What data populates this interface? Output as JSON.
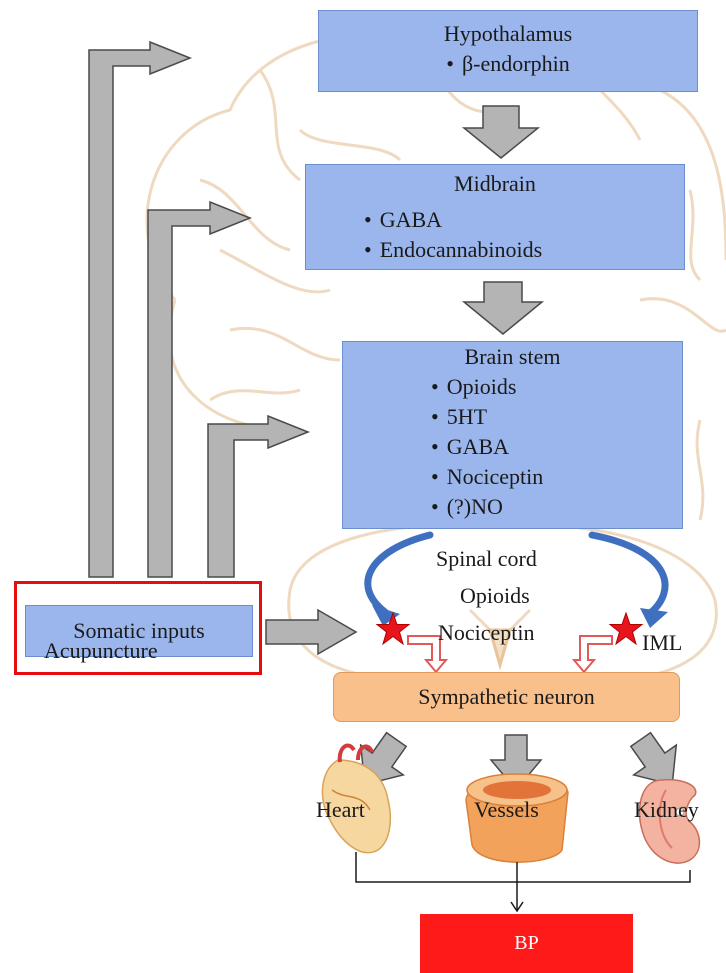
{
  "hypothalamus": {
    "title": "Hypothalamus",
    "items": [
      "β-endorphin"
    ]
  },
  "midbrain": {
    "title": "Midbrain",
    "items": [
      "GABA",
      "Endocannabinoids"
    ]
  },
  "brain_stem": {
    "title": "Brain stem",
    "items": [
      "Opioids",
      "5HT",
      "GABA",
      "Nociceptin",
      "(?)NO"
    ]
  },
  "spinal_cord": {
    "title": "Spinal cord",
    "items": [
      "Opioids",
      "Nociceptin"
    ],
    "iml_label": "IML"
  },
  "somatic_inputs": {
    "label": "Somatic inputs",
    "sublabel": "Acupuncture"
  },
  "sympathetic_neuron": {
    "label": "Sympathetic neuron"
  },
  "targets": {
    "heart": "Heart",
    "vessels": "Vessels",
    "kidney": "Kidney"
  },
  "bp": {
    "label": "BP"
  },
  "colors": {
    "box_blue": "#9ab6ec",
    "sympathetic_orange": "#f9c08b",
    "bp_red": "#ff1a1a",
    "highlight_red": "#e50d0d",
    "gray_arrow": "#b4b4b4",
    "curve_blue": "#3f6fbf",
    "star_red": "#e8141b"
  },
  "icons": [
    "brain-outline",
    "spinal-cord-outline",
    "heart-icon",
    "vessel-icon",
    "kidney-icon",
    "star-icon"
  ]
}
